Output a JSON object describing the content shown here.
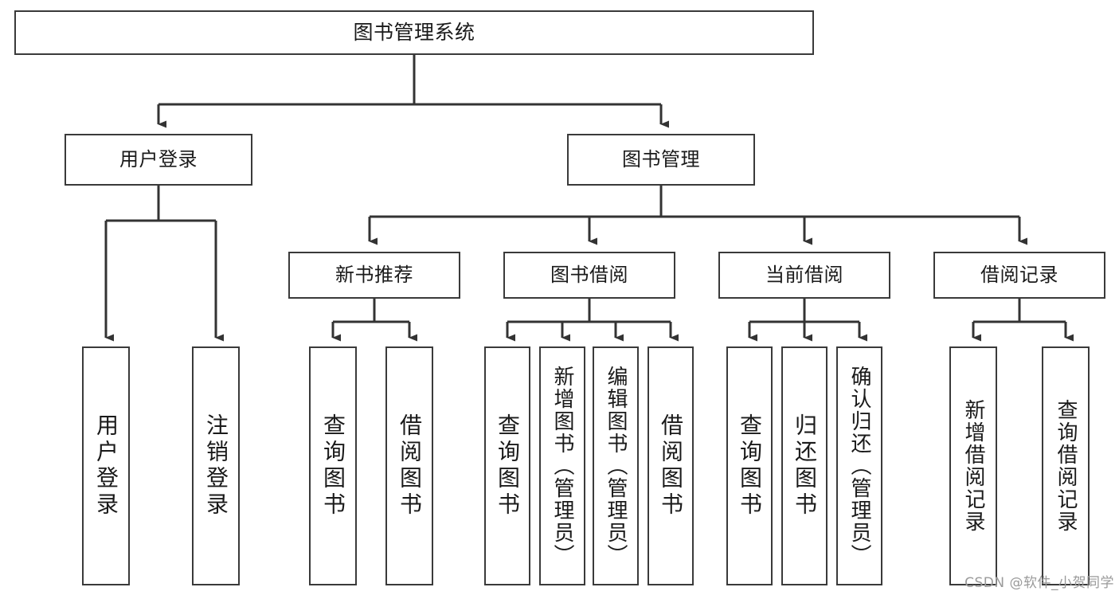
{
  "diagram": {
    "title": "图书管理系统",
    "type": "tree-hierarchy",
    "watermark": "CSDN @软件_小贺同学",
    "colors": {
      "box_border": "#3a3a3a",
      "box_fill": "#ffffff",
      "edge": "#333333",
      "text": "#1a1a1a",
      "watermark": "#9a9a9a",
      "background": "#ffffff"
    },
    "nodes": {
      "root": {
        "label": "图书管理系统"
      },
      "level2": [
        {
          "id": "user-login",
          "label": "用户登录"
        },
        {
          "id": "book-management",
          "label": "图书管理"
        }
      ],
      "level3": [
        {
          "id": "new-book-recommend",
          "label": "新书推荐"
        },
        {
          "id": "book-borrow",
          "label": "图书借阅"
        },
        {
          "id": "current-borrow",
          "label": "当前借阅"
        },
        {
          "id": "borrow-record",
          "label": "借阅记录"
        }
      ],
      "leaves": {
        "user_login": [
          {
            "id": "leaf-user-login",
            "label": "用户登录"
          },
          {
            "id": "leaf-logout",
            "label": "注销登录"
          }
        ],
        "new_book_recommend": [
          {
            "id": "leaf-query-book-1",
            "label": "查询图书"
          },
          {
            "id": "leaf-borrow-book-1",
            "label": "借阅图书"
          }
        ],
        "book_borrow": [
          {
            "id": "leaf-query-book-2",
            "label": "查询图书"
          },
          {
            "id": "leaf-add-book",
            "label": "新增图书（管理员）"
          },
          {
            "id": "leaf-edit-book",
            "label": "编辑图书（管理员）"
          },
          {
            "id": "leaf-borrow-book-2",
            "label": "借阅图书"
          }
        ],
        "current_borrow": [
          {
            "id": "leaf-query-book-3",
            "label": "查询图书"
          },
          {
            "id": "leaf-return-book",
            "label": "归还图书"
          },
          {
            "id": "leaf-confirm-return",
            "label": "确认归还（管理员）"
          }
        ],
        "borrow_record": [
          {
            "id": "leaf-add-record",
            "label": "新增借阅记录"
          },
          {
            "id": "leaf-query-record",
            "label": "查询借阅记录"
          }
        ]
      }
    }
  }
}
